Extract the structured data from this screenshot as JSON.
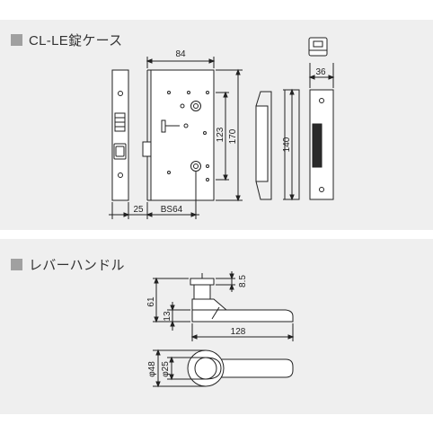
{
  "sections": [
    {
      "title": "CL-LE錠ケース",
      "dimensions": {
        "case_width": "84",
        "case_height": "170",
        "inner_height": "123",
        "front_offset": "25",
        "backset": "BS64",
        "strike_width": "36",
        "strike_height": "140"
      }
    },
    {
      "title": "レバーハンドル",
      "dimensions": {
        "rose_thickness": "8.5",
        "projection": "61",
        "lever_height": "13",
        "lever_length": "128",
        "rose_outer": "φ48",
        "rose_inner": "φ25"
      }
    }
  ]
}
